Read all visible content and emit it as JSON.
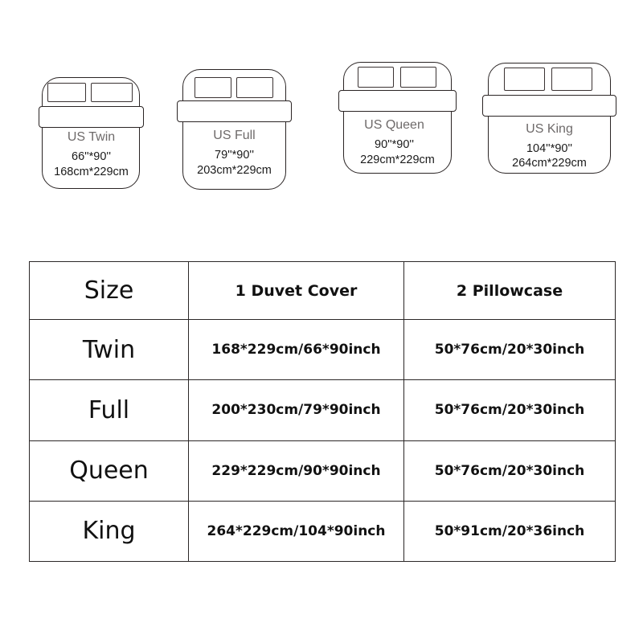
{
  "beds": [
    {
      "name": "US Twin",
      "inches": "66''*90''",
      "cm": "168cm*229cm"
    },
    {
      "name": "US Full",
      "inches": "79''*90''",
      "cm": "203cm*229cm"
    },
    {
      "name": "US Queen",
      "inches": "90''*90''",
      "cm": "229cm*229cm"
    },
    {
      "name": "US King",
      "inches": "104''*90''",
      "cm": "264cm*229cm"
    }
  ],
  "table": {
    "headers": [
      "Size",
      "1 Duvet Cover",
      "2 Pillowcase"
    ],
    "rows": [
      {
        "size": "Twin",
        "duvet": "168*229cm/66*90inch",
        "pillowcase": "50*76cm/20*30inch"
      },
      {
        "size": "Full",
        "duvet": "200*230cm/79*90inch",
        "pillowcase": "50*76cm/20*30inch"
      },
      {
        "size": "Queen",
        "duvet": "229*229cm/90*90inch",
        "pillowcase": "50*76cm/20*30inch"
      },
      {
        "size": "King",
        "duvet": "264*229cm/104*90inch",
        "pillowcase": "50*91cm/20*36inch"
      }
    ]
  },
  "colors": {
    "line": "#2b2727",
    "label_gray": "#6e6a6a",
    "text": "#111111"
  }
}
